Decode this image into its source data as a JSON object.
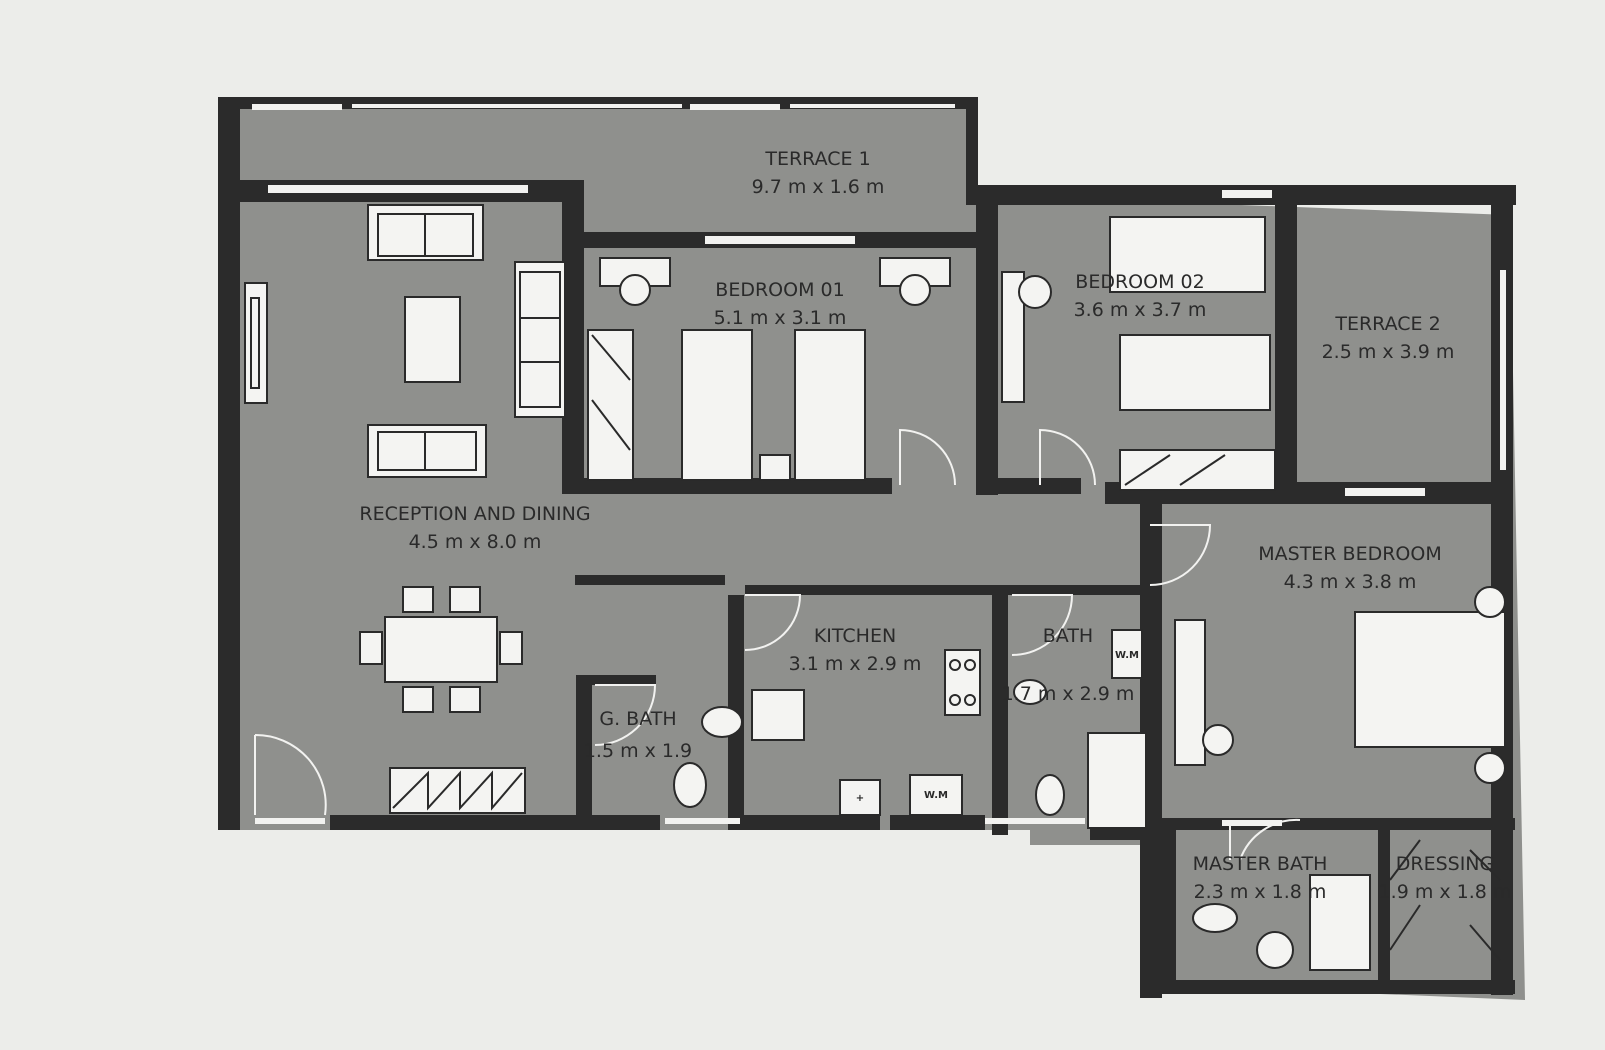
{
  "rooms": {
    "terrace1": {
      "name": "TERRACE 1",
      "size": "9.7 m x 1.6 m"
    },
    "bedroom01": {
      "name": "BEDROOM 01",
      "size": "5.1 m x 3.1 m"
    },
    "bedroom02": {
      "name": "BEDROOM 02",
      "size": "3.6 m x 3.7 m"
    },
    "terrace2": {
      "name": "TERRACE 2",
      "size": "2.5 m x 3.9 m"
    },
    "reception": {
      "name": "RECEPTION AND DINING",
      "size": "4.5 m x 8.0 m"
    },
    "master_bedroom": {
      "name": "MASTER BEDROOM",
      "size": "4.3 m x 3.8 m"
    },
    "kitchen": {
      "name": "KITCHEN",
      "size": "3.1 m x 2.9 m"
    },
    "bath": {
      "name": "BATH",
      "size": "1.7 m x 2.9 m"
    },
    "g_bath": {
      "name": "G. BATH",
      "size": "1.5 m x 1.9"
    },
    "master_bath": {
      "name": "MASTER BATH",
      "size": "2.3 m x 1.8 m"
    },
    "dressing": {
      "name": "DRESSING",
      "size": "1.9 m x 1.8 m"
    }
  },
  "appliance_labels": {
    "washing_machine": "W.M"
  }
}
